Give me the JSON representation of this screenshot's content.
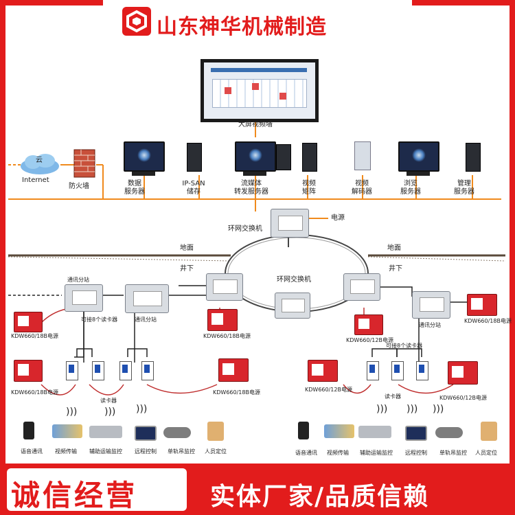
{
  "brand": {
    "company": "山东神华机械制造"
  },
  "diagram": {
    "screen_label": "大屏视频墙",
    "internet_label": "Internet",
    "cloud_label": "云",
    "firewall_label": "防火墙",
    "servers": [
      {
        "line1": "数据",
        "line2": "服务器"
      },
      {
        "line1": "IP-SAN",
        "line2": "储存"
      },
      {
        "line1": "流媒体",
        "line2": "转发服务器"
      },
      {
        "line1": "视频",
        "line2": "矩阵"
      },
      {
        "line1": "视频",
        "line2": "解码器"
      },
      {
        "line1": "浏览",
        "line2": "服务器"
      },
      {
        "line1": "管理",
        "line2": "服务器"
      }
    ],
    "ring_switch_top": "环网交换机",
    "power_top": "电源",
    "ground_left": "地面",
    "ground_right": "地面",
    "underground_left": "井下",
    "underground_right": "井下",
    "ring_switch_center": "环网交换机",
    "substation_labels": [
      "通讯分站",
      "通讯分站",
      "通讯分站"
    ],
    "reader_capacity_labels": [
      "可接8个读卡器",
      "可接8个读卡器"
    ],
    "reader_labels": [
      "读卡器",
      "读卡器"
    ],
    "kdw_labels": [
      "KDW660/18B电源",
      "KDW660/18B电源",
      "KDW660/18B电源",
      "KDW660/18B电源",
      "KDW660/12B电源",
      "KDW660/12B电源",
      "KDW660/18B电源",
      "KDW660/12B电源"
    ],
    "applications": [
      "语音通讯",
      "视频传输",
      "辅助运输监控",
      "远程控制",
      "单轨吊监控",
      "人员定位"
    ]
  },
  "slogans": {
    "left": "诚信经营",
    "right": "实体厂家/品质信赖"
  },
  "colors": {
    "brand_red": "#e21c1c",
    "network_orange": "#f08a1c",
    "line_dark": "#222222"
  }
}
